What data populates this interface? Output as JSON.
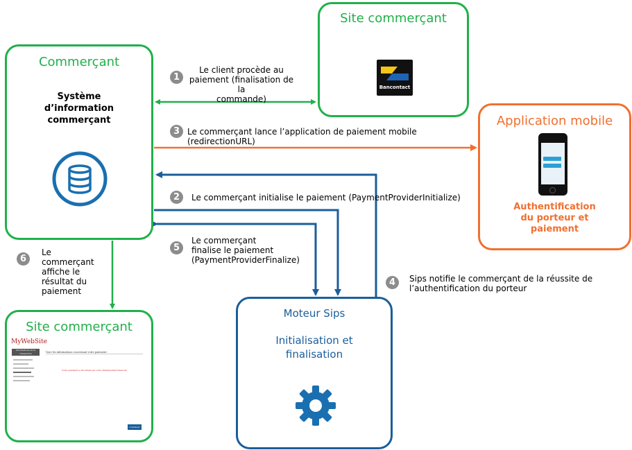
{
  "merchant_box": {
    "title": "Commerçant",
    "system_label": "Système\nd’information\ncommerçant",
    "icon": "database-icon"
  },
  "merchant_site_top": {
    "title": "Site commerçant",
    "logo_text": "Bancontact",
    "icon": "bancontact-logo"
  },
  "mobile_app": {
    "title": "Application mobile",
    "caption": "Authentification\ndu porteur  et\npaiement",
    "icon": "smartphone-icon"
  },
  "sips_engine": {
    "title": "Moteur Sips",
    "subtitle": "Initialisation et\nfinalisation",
    "icon": "gear-icon"
  },
  "merchant_site_bottom": {
    "title": "Site commerçant",
    "brand": "MyWebSite",
    "panel_title": "Informations de la transaction",
    "heading": "Voici les informations concernant votre paiement :",
    "message": "Votre paiement a été refusé par votre établissement financier",
    "button": "Continuer"
  },
  "steps": [
    {
      "num": "1",
      "text": "Le client procède au\npaiement (finalisation de la\ncommande)"
    },
    {
      "num": "2",
      "text": "Le commerçant initialise le paiement (PaymentProviderInitialize)"
    },
    {
      "num": "3",
      "text": "Le commerçant lance l’application de paiement mobile\n(redirectionURL)"
    },
    {
      "num": "4",
      "text": "Sips notifie le commerçant de la réussite de\nl’authentification du porteur"
    },
    {
      "num": "5",
      "text": "Le commerçant\nfinalise le paiement\n(PaymentProviderFinalize)"
    },
    {
      "num": "6",
      "text": "Le\ncommerçant\naffiche le\nrésultat du\npaiement"
    }
  ],
  "colors": {
    "green": "#20b04a",
    "orange": "#f07030",
    "blue": "#1a5e9a",
    "step_badge": "#8c8c8c"
  }
}
